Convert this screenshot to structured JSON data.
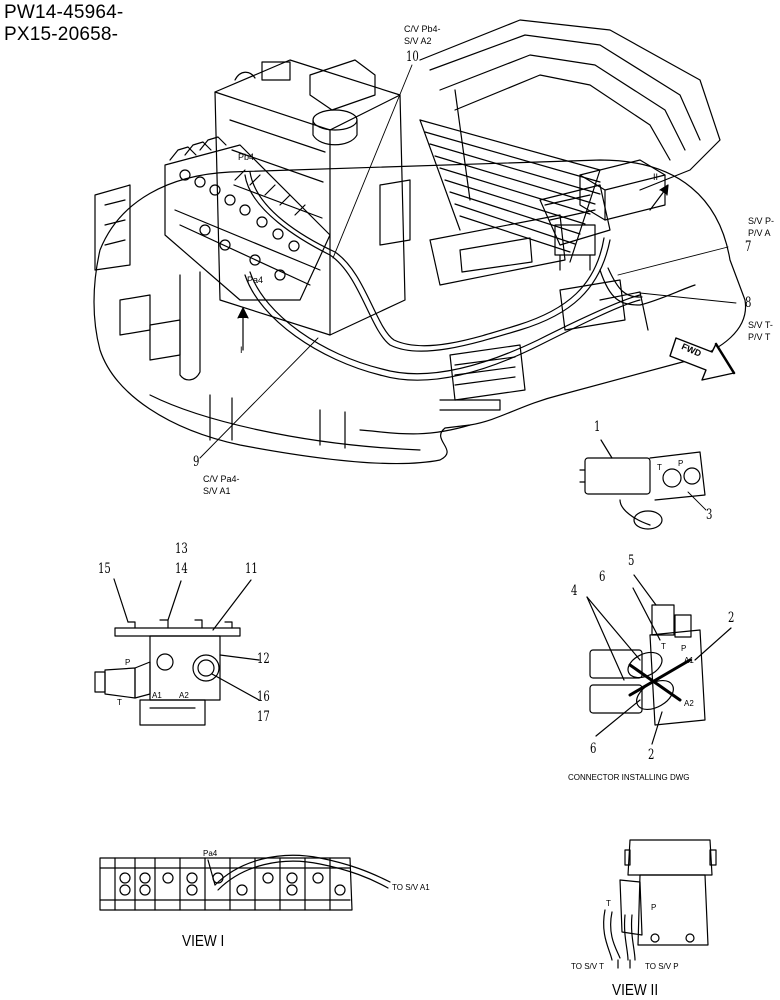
{
  "header": {
    "serial_1": "PW14-45964-",
    "serial_2": "PX15-20658-"
  },
  "callouts": {
    "cv_pb4_sv_a2": [
      "C/V Pb4-",
      "S/V A2"
    ],
    "cv_pa4_sv_a1": [
      "C/V Pa4-",
      "S/V A1"
    ],
    "sv_p_pv_a": [
      "S/V P-",
      "P/V A"
    ],
    "sv_t_pv_t": [
      "S/V T-",
      "P/V T"
    ]
  },
  "port_labels": {
    "pb4": "Pb4",
    "pa4": "Pa4",
    "view_arrow": "I",
    "view_arrow_2": "II",
    "fwd": "FWD"
  },
  "part_numbers": [
    "1",
    "2",
    "3",
    "4",
    "5",
    "6",
    "7",
    "8",
    "9",
    "10",
    "11",
    "12",
    "13",
    "14",
    "15",
    "16",
    "17"
  ],
  "solenoid_labels": {
    "p": "P",
    "t": "T",
    "a1": "A1",
    "a2": "A2"
  },
  "captions": {
    "connector": "CONNECTOR INSTALLING DWG",
    "view_1": "VIEW I",
    "view_2": "VIEW II",
    "to_sv_a1": "TO S/V A1",
    "to_sv_t": "TO S/V T",
    "to_sv_p": "TO S/V P"
  },
  "icons": [
    "fwd-arrow-icon",
    "view-direction-arrow-icon"
  ]
}
